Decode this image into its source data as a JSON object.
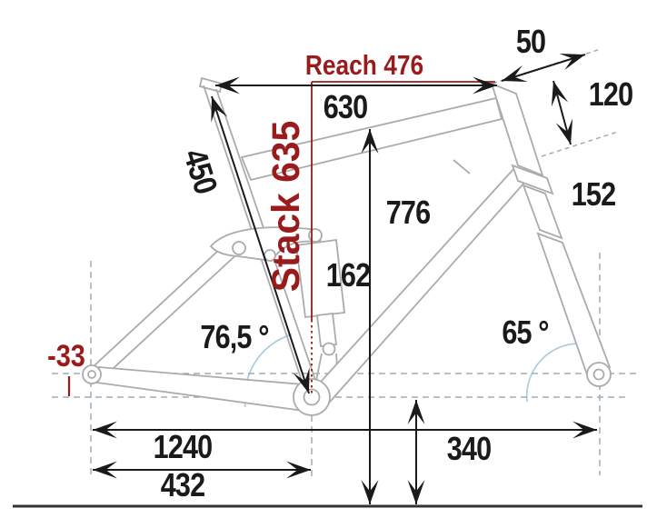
{
  "diagram": {
    "title": "bike-frame-geometry-diagram",
    "labels": {
      "reach": "Reach 476",
      "stack": "Stack 635",
      "seat_tube": "450",
      "top_tube": "630",
      "spacer_50": "50",
      "head_tube_120": "120",
      "fork_152": "152",
      "standover_776": "776",
      "shock_162": "162",
      "seat_angle": "76,5 °",
      "head_angle": "65 °",
      "bb_drop": "-33",
      "wheelbase": "1240",
      "chainstay": "432",
      "bb_height": "340"
    },
    "values": {
      "reach": 476,
      "stack": 635,
      "seat_tube": 450,
      "top_tube": 630,
      "spacer": 50,
      "head_tube": 120,
      "fork": 152,
      "standover": 776,
      "shock": 162,
      "seat_angle_deg": 76.5,
      "head_angle_deg": 65,
      "bb_drop": -33,
      "wheelbase": 1240,
      "chainstay": 432,
      "bb_height": 340
    },
    "colors": {
      "accent_red": "#9A1B1B",
      "line_black": "#1A1A1A",
      "frame_gray": "#ABABAB",
      "dash_gray": "#9BAEB7",
      "arc_blue": "#ADCBDE",
      "ground": "#333333",
      "background": "#FFFFFF"
    }
  }
}
